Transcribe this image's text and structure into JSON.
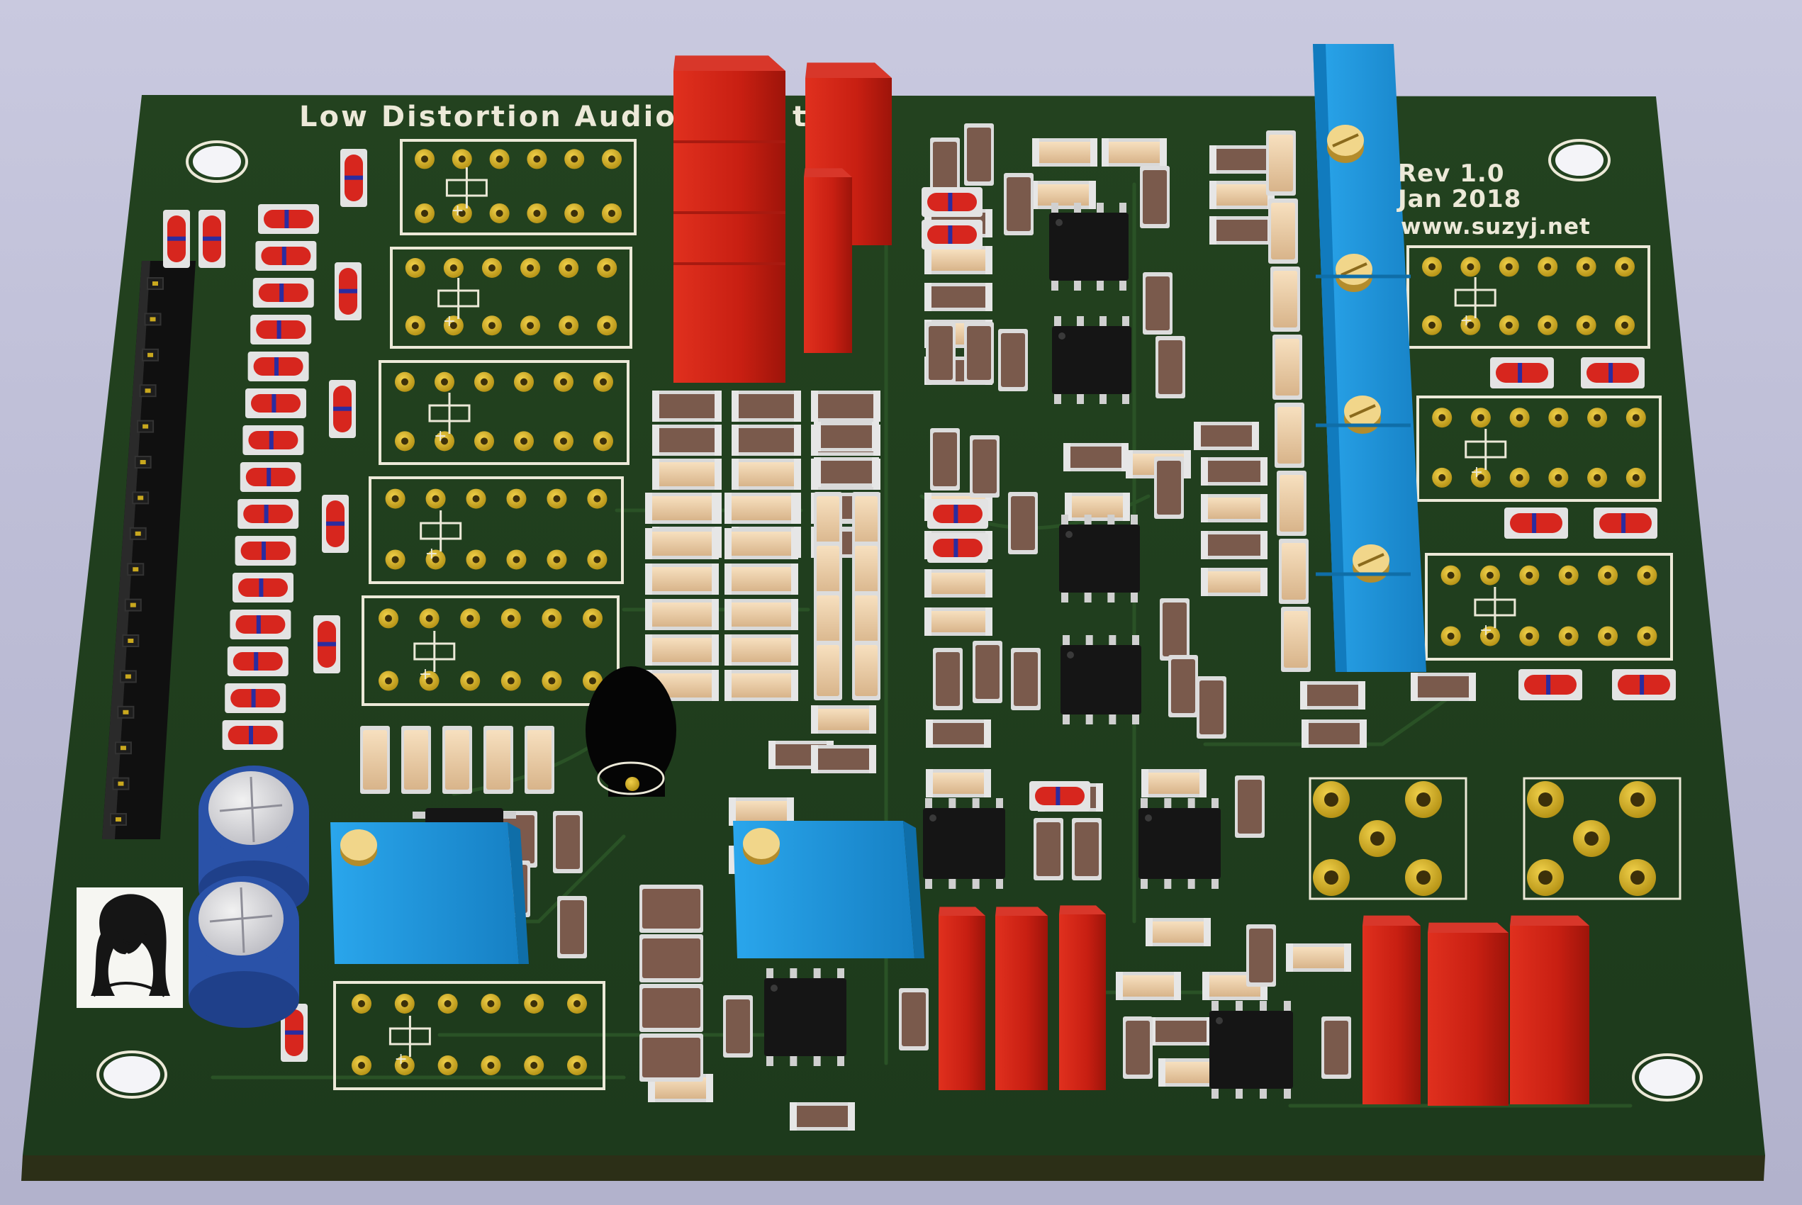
{
  "scene": {
    "type": "3D PCB render",
    "colors": {
      "background": "#c4c4dc",
      "board": "#1f3c1d",
      "board_edge": "#2b2f16",
      "silkscreen": "#ece9d8",
      "copper_pad": "#c9a81e",
      "film_capacitor": "#c41c12",
      "trimmer": "#1e98e0",
      "electrolytic": "#2a52a8",
      "ic": "#151515",
      "header": "#141414"
    }
  },
  "board": {
    "title": "Low Distortion Audio",
    "title_tail": "t",
    "revision": "Rev 1.0",
    "date": "Jan 2018",
    "website": "www.suzyj.net",
    "icons": {
      "logo": "woman-portrait-logo-icon",
      "mounting_hole": "mounting-hole-icon"
    }
  },
  "components": {
    "header_pins": 16,
    "op_amps": 8,
    "film_capacitors": 12,
    "trimmers": 3,
    "multi_turn_trimmer_adjusters": 4,
    "electrolytic_capacitors": 2,
    "relay_footprints": 9
  }
}
